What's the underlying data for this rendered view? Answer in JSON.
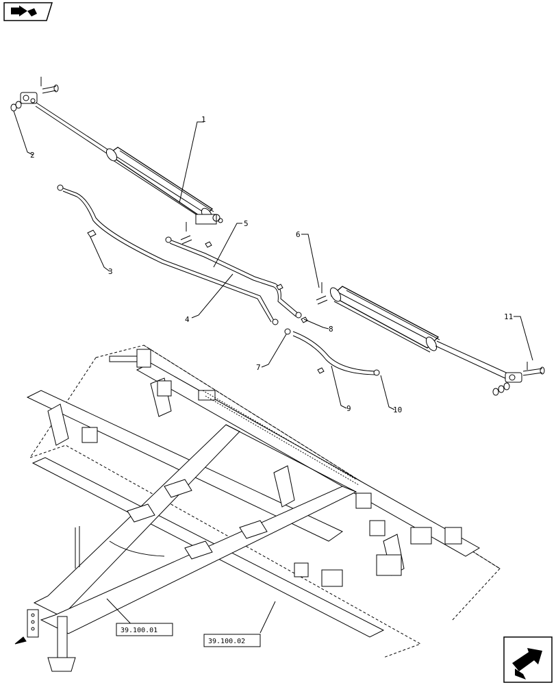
{
  "diagram": {
    "callouts": [
      "1",
      "2",
      "3",
      "4",
      "5",
      "6",
      "7",
      "8",
      "9",
      "10",
      "11"
    ],
    "references": [
      "39.100.01",
      "39.100.02"
    ],
    "icons": {
      "top_left": "section-arrow-icon",
      "bottom_right": "next-page-arrow-icon"
    }
  }
}
